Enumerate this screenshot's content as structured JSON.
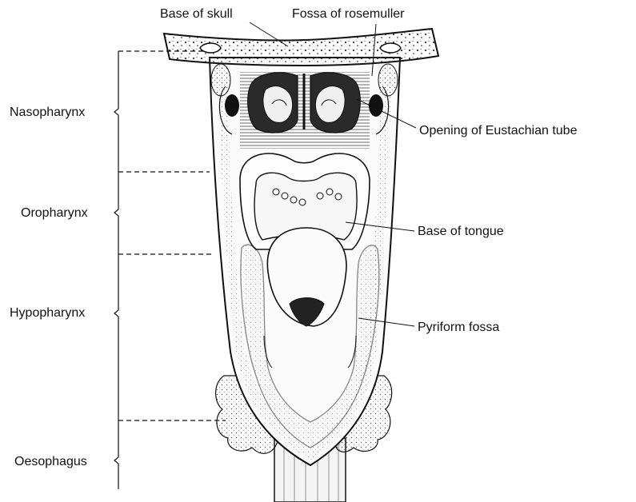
{
  "diagram": {
    "top_labels": {
      "base_of_skull": "Base of skull",
      "fossa_of_rosemuller": "Fossa of rosemuller"
    },
    "region_labels": {
      "nasopharynx": "Nasopharynx",
      "oropharynx": "Oropharynx",
      "hypopharynx": "Hypopharynx",
      "oesophagus": "Oesophagus"
    },
    "side_labels": {
      "eustachian": "Opening of Eustachian tube",
      "base_of_tongue": "Base of tongue",
      "pyriform_fossa": "Pyriform fossa"
    }
  }
}
